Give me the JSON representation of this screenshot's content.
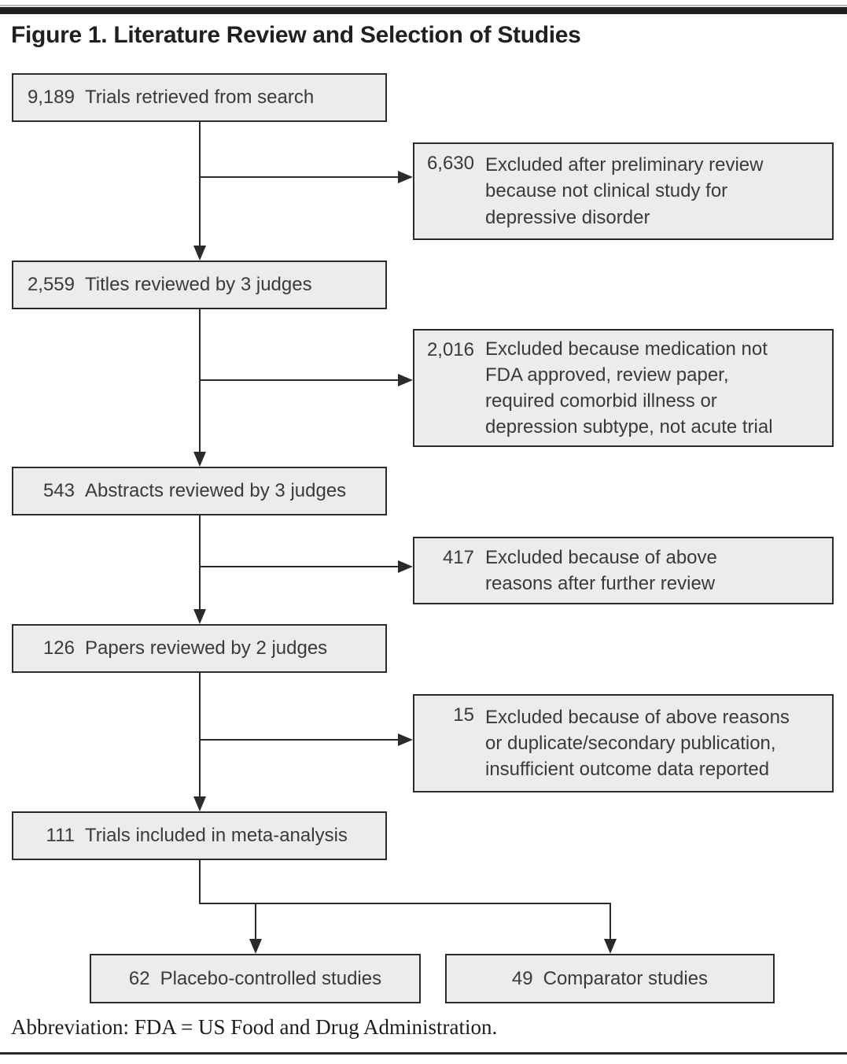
{
  "figure": {
    "title": "Figure 1. Literature Review and Selection of Studies",
    "footnote": "Abbreviation: FDA = US Food and Drug Administration."
  },
  "colors": {
    "box_fill": "#ececec",
    "box_border": "#2b2b2b",
    "line": "#2b2b2b",
    "top_bar": "#231f20",
    "text": "#3a3a3a"
  },
  "flowchart": {
    "main_boxes": [
      {
        "count": "9,189",
        "label": "Trials retrieved from search"
      },
      {
        "count": "2,559",
        "label": "Titles reviewed by 3 judges"
      },
      {
        "count": "543",
        "label": "Abstracts reviewed by 3 judges"
      },
      {
        "count": "126",
        "label": "Papers reviewed by 2 judges"
      },
      {
        "count": "111",
        "label": "Trials included in meta-analysis"
      }
    ],
    "exclusion_boxes": [
      {
        "count": "6,630",
        "label": "Excluded after preliminary review\nbecause not clinical study for\ndepressive disorder"
      },
      {
        "count": "2,016",
        "label": "Excluded because medication not\nFDA approved, review paper,\nrequired comorbid illness or\ndepression subtype, not acute trial"
      },
      {
        "count": "417",
        "label": "Excluded because of above\nreasons after further review"
      },
      {
        "count": "15",
        "label": "Excluded because of above reasons\nor duplicate/secondary publication,\ninsufficient outcome data reported"
      }
    ],
    "outcome_boxes": [
      {
        "count": "62",
        "label": "Placebo-controlled studies"
      },
      {
        "count": "49",
        "label": "Comparator studies"
      }
    ]
  }
}
